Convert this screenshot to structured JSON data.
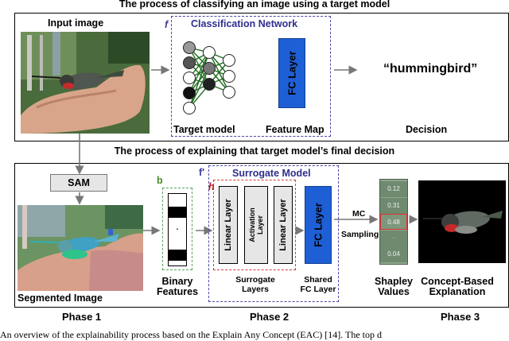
{
  "titles": {
    "top": "The process of classifying an image using a target model",
    "middle": "The process of explaining that target model’s final decision"
  },
  "top_panel": {
    "input_label": "Input image",
    "f_label": "f",
    "classification_network": "Classification Network",
    "fc_layer": "FC Layer",
    "decision_value": "“hummingbird”",
    "target_model": "Target model",
    "feature_map": "Feature Map",
    "decision": "Decision"
  },
  "bottom_panel": {
    "sam": "SAM",
    "segmented_image": "Segmented Image",
    "b_label": "b",
    "binary_dots": "·",
    "binary_features": "Binary\nFeatures",
    "f_prime": "f'",
    "h_label": "h",
    "surrogate_model": "Surrogate Model",
    "linear_layer_1": "Linear Layer",
    "activation_layer": "Activation\nLayer",
    "linear_layer_2": "Linear Layer",
    "fc_layer": "FC Layer",
    "surrogate_layers": "Surrogate\nLayers",
    "shared_fc_layer": "Shared\nFC Layer",
    "mc": "MC",
    "sampling": "Sampling",
    "shapley_cells": [
      "0.12",
      "0.31",
      "0.48",
      "·",
      "0.04"
    ],
    "shapley_values": "Shapley\nValues",
    "concept_explanation": "Concept-Based\nExplanation"
  },
  "phases": [
    "Phase 1",
    "Phase 2",
    "Phase 3"
  ],
  "caption": "An overview of the explainability process based on the Explain Any Concept (EAC) [14]. The top d",
  "colors": {
    "blue_dashed": "#4a4aa8",
    "red_dashed": "#d23b3b",
    "green_dashed": "#5aa05a",
    "fc_blue": "#1e5fd6",
    "highlight_red": "#e03030"
  }
}
